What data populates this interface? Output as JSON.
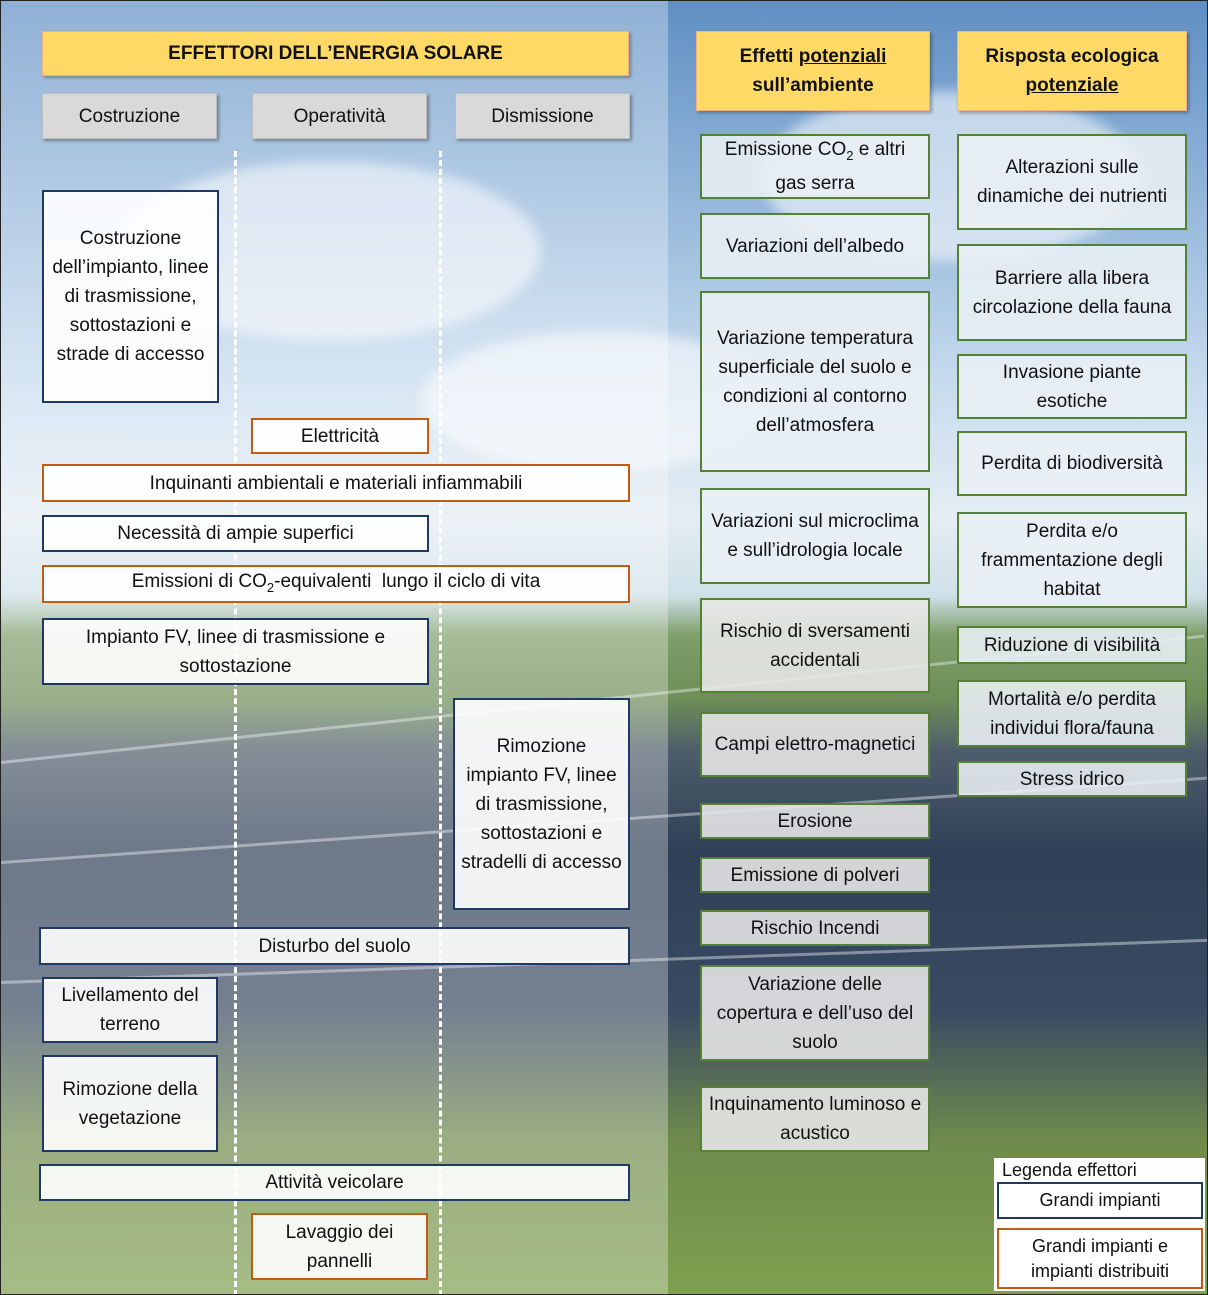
{
  "header": {
    "effectors_title": "EFFETTORI DELL’ENERGIA SOLARE",
    "effects_title_prefix": "Effetti ",
    "effects_title_underlined": "potenziali",
    "effects_title_suffix": "sull’ambiente",
    "response_title_prefix": "Risposta ecologica",
    "response_title_underlined": "potenziale"
  },
  "phases": [
    "Costruzione",
    "Operatività",
    "Dismissione"
  ],
  "effectors": {
    "costruzione_impianto": "Costruzione dell’impianto, linee di trasmissione, sottostazioni e strade di accesso",
    "elettricita": "Elettricità",
    "inquinanti": "Inquinanti ambientali e materiali infiammabili",
    "superfici": "Necessità di ampie superfici",
    "emissioni_prefix": "Emissioni di CO",
    "emissioni_sub": "2",
    "emissioni_suffix": "-equivalenti  lungo il ciclo di vita",
    "impianto_fv": "Impianto FV, linee di trasmissione e sottostazione",
    "rimozione_impianto": "Rimozione impianto FV, linee di trasmissione, sottostazioni e stradelli di accesso",
    "disturbo_suolo": "Disturbo del suolo",
    "livellamento": "Livellamento del terreno",
    "rimozione_vegetazione": "Rimozione della vegetazione",
    "attivita_veicolare": "Attività veicolare",
    "lavaggio": "Lavaggio dei pannelli"
  },
  "effects": {
    "co2_prefix": "Emissione CO",
    "co2_sub": "2",
    "co2_suffix": " e altri gas serra",
    "albedo": "Variazioni dell’albedo",
    "temperatura": "Variazione temperatura superficiale del suolo e condizioni al contorno dell’atmosfera",
    "microclima": "Variazioni sul microclima e sull’idrologia locale",
    "sversamenti": "Rischio di sversamenti accidentali",
    "campi": "Campi elettro-magnetici",
    "erosione": "Erosione",
    "polveri": "Emissione di polveri",
    "incendi": "Rischio Incendi",
    "copertura": "Variazione delle copertura e dell’uso del suolo",
    "inquinamento": "Inquinamento luminoso e acustico"
  },
  "responses": {
    "nutrienti": "Alterazioni sulle dinamiche dei nutrienti",
    "barriere": "Barriere alla libera circolazione della fauna",
    "invasione": "Invasione piante esotiche",
    "biodiversita": "Perdita di biodiversità",
    "habitat": "Perdita e/o frammentazione degli habitat",
    "visibilita": "Riduzione di visibilità",
    "mortalita": "Mortalità e/o perdita individui flora/fauna",
    "stress": "Stress idrico"
  },
  "legend": {
    "title": "Legenda effettori",
    "large": "Grandi impianti",
    "large_distributed": "Grandi impianti e impianti distribuiti"
  },
  "colors": {
    "large_plants_border": "#1f3864",
    "distributed_border": "#c55a11",
    "effects_border": "#548235",
    "header_fill": "#ffd966"
  }
}
